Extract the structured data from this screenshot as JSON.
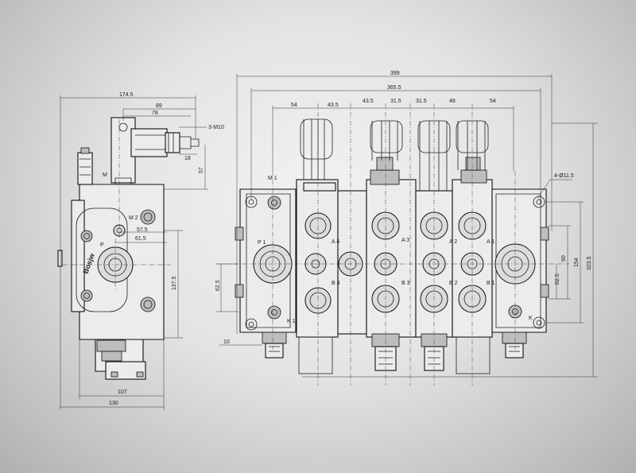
{
  "dimensions": {
    "d399": "399",
    "d365_5": "365.5",
    "d54a": "54",
    "d43_5a": "43.5",
    "d43_5b": "43.5",
    "d31_5a": "31.5",
    "d31_5b": "31.5",
    "d48": "48",
    "d54b": "54",
    "d174_5": "174.5",
    "d89": "89",
    "d78": "78",
    "d3m10": "3-M10",
    "d18": "18",
    "d57": "57",
    "d57_5": "57.5",
    "d61_5": "61.5",
    "d137_5": "137.5",
    "d107": "107",
    "d130": "130",
    "d62_5l": "62.5",
    "d10": "10",
    "d4hole": "4-Ø11.5",
    "d323_5": "323.5",
    "d154": "154",
    "d90": "90",
    "d62_5r": "62.5"
  },
  "labels": {
    "M": "M",
    "M2": "M 2",
    "P_side": "P",
    "M1": "M 1",
    "P1": "P 1",
    "K1": "K 1",
    "K": "K",
    "A4": "A 4",
    "B4": "B 4",
    "A3": "A 3",
    "B3": "B 3",
    "A2": "A 2",
    "B2": "B 2",
    "A1": "A 1",
    "B1": "B 1",
    "brand": "Bosjw"
  },
  "colors": {
    "line": "#222222",
    "background_center": "#f2f2f2",
    "background_edge": "#b0b0b0"
  }
}
